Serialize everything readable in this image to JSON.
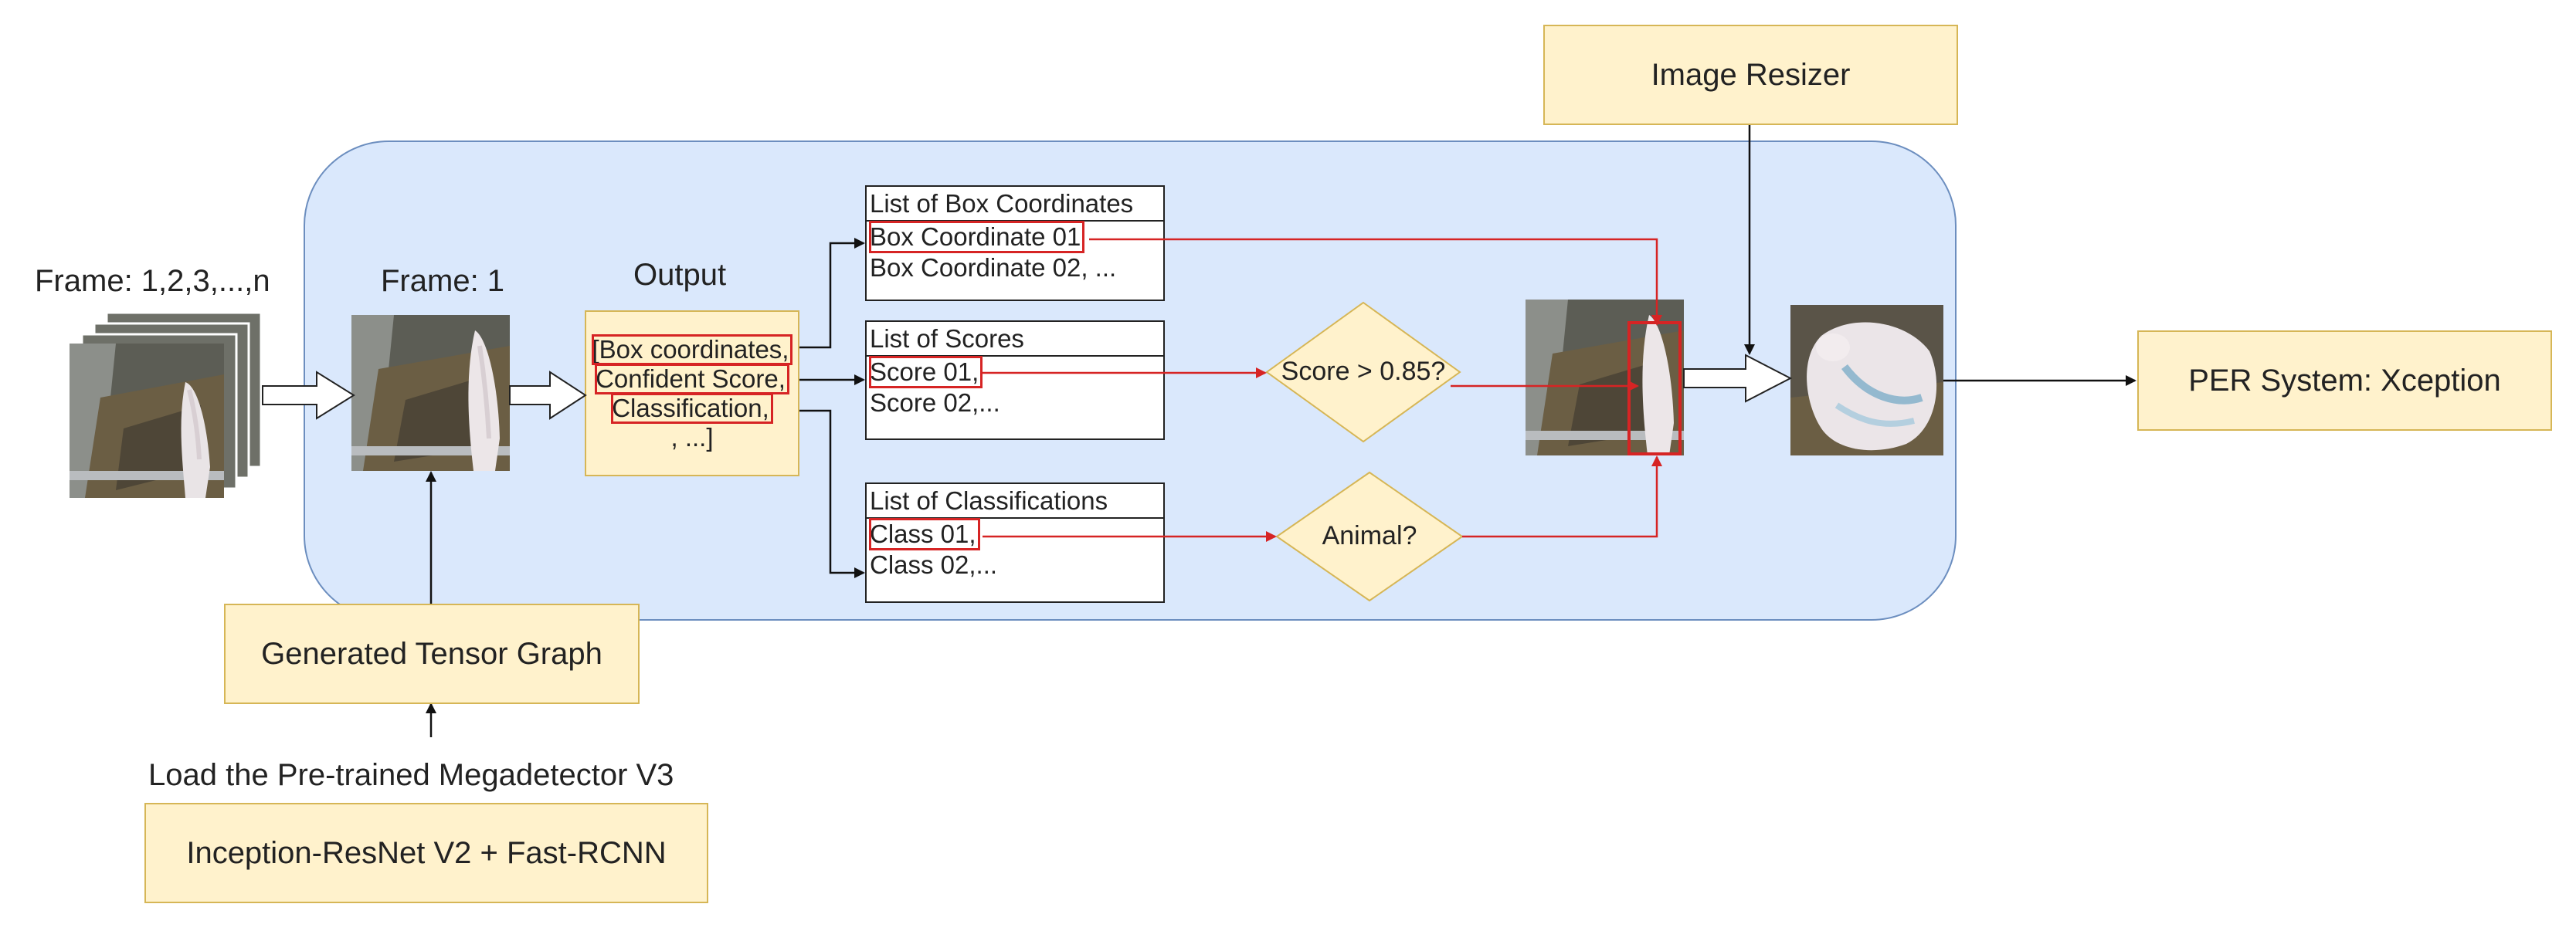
{
  "frames_label": "Frame: 1,2,3,...,n",
  "frame1_label": "Frame: 1",
  "output_label": "Output",
  "output_box": {
    "line1": "[Box coordinates,",
    "line2": "Confident Score,",
    "line3": "Classification,",
    "line4": ", ...]"
  },
  "box_list": {
    "header": "List of Box Coordinates",
    "item1": "Box Coordinate 01",
    "item2": "Box Coordinate 02, ..."
  },
  "score_list": {
    "header": "List of Scores",
    "item1": "Score 01,",
    "item2": "Score 02,..."
  },
  "class_list": {
    "header": "List of Classifications",
    "item1": "Class 01,",
    "item2": "Class 02,..."
  },
  "decision_score": "Score > 0.85?",
  "decision_animal": "Animal?",
  "image_resizer": "Image Resizer",
  "per_system": "PER System: Xception",
  "tensor_graph": "Generated Tensor Graph",
  "load_label": "Load the Pre-trained Megadetector V3",
  "model_box": "Inception-ResNet V2 + Fast-RCNN",
  "colors": {
    "panel_fill": "#dae8fc",
    "panel_border": "#6c8ebf",
    "box_fill": "#fff2cc",
    "box_border": "#d6b656",
    "highlight": "#d62424"
  }
}
